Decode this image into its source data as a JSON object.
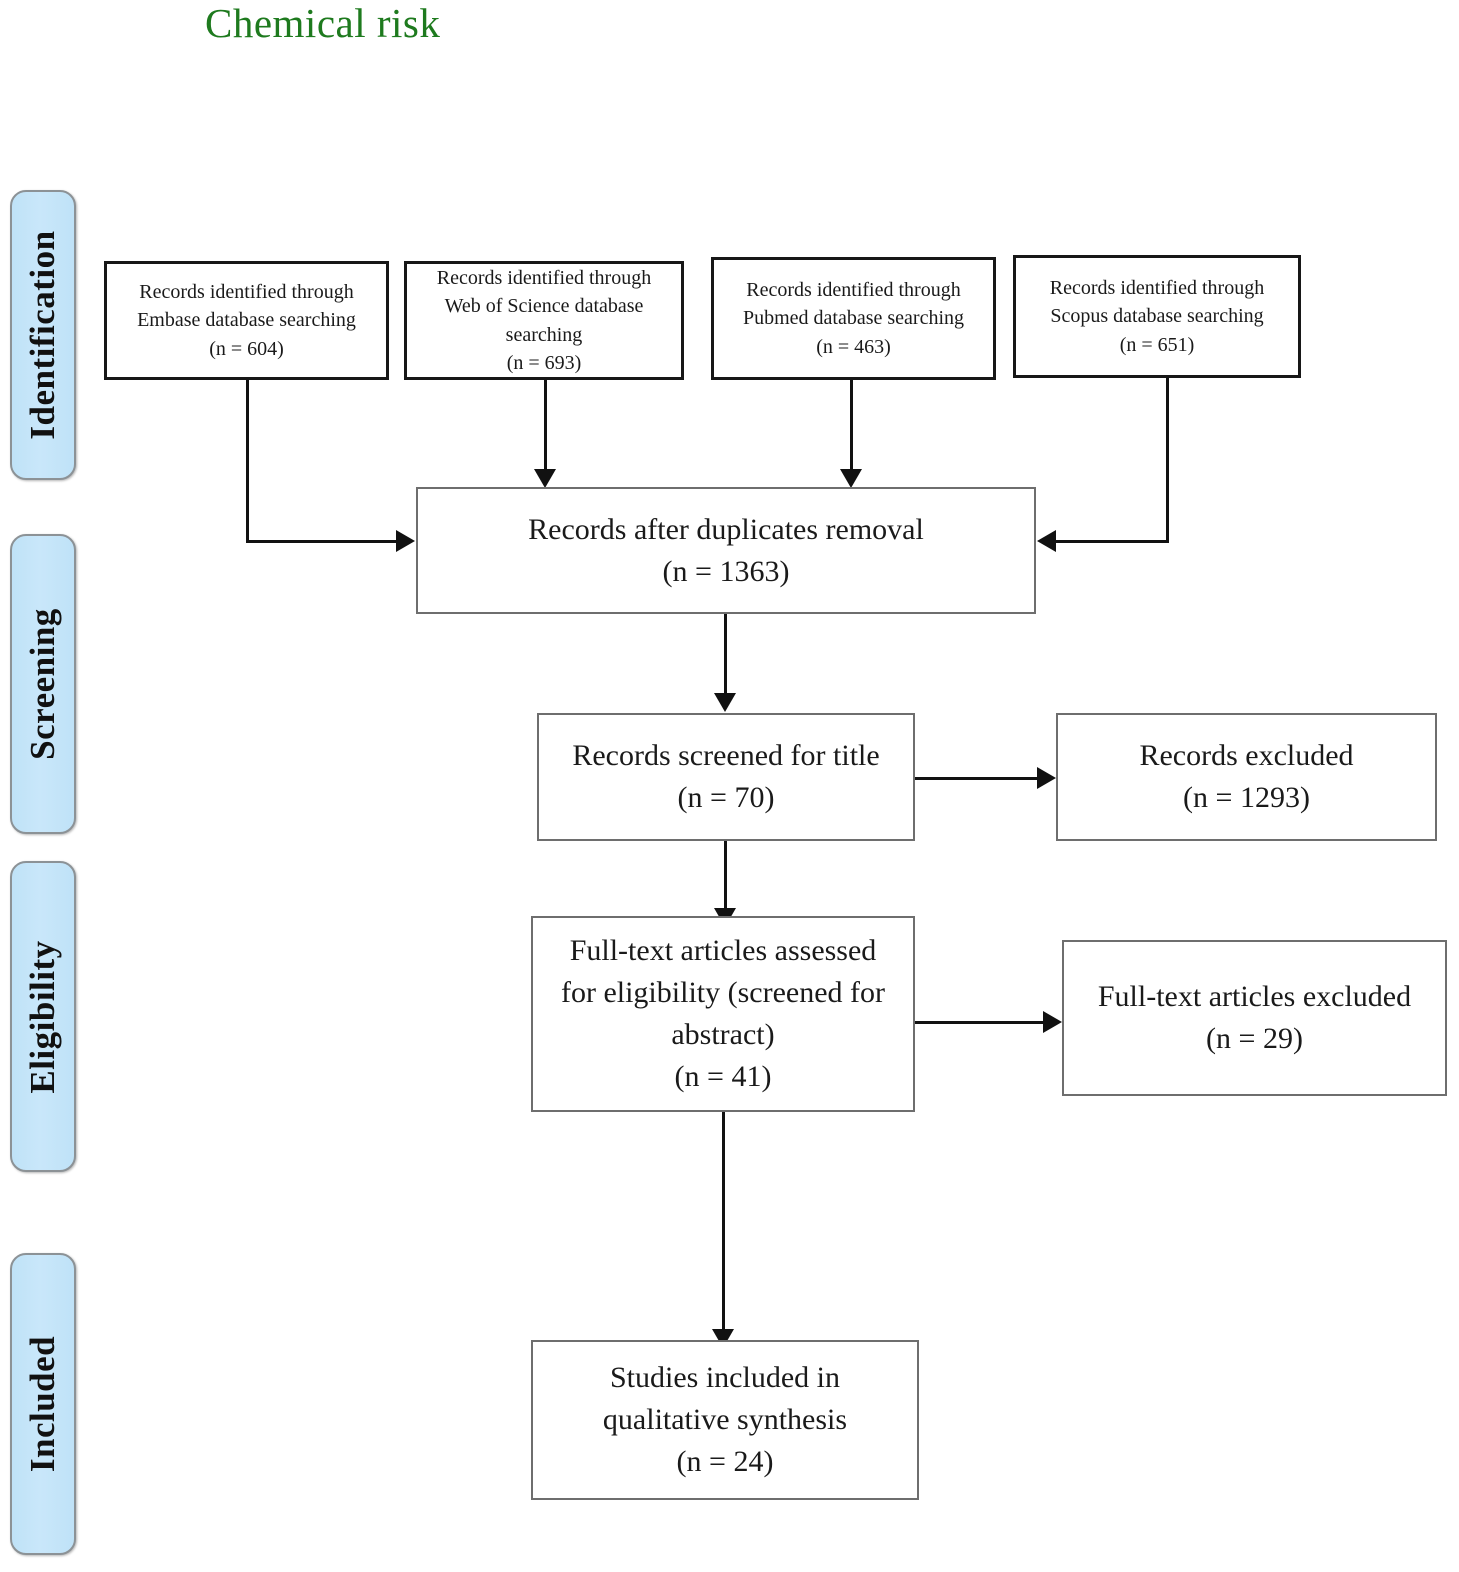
{
  "title": "Chemical risk",
  "colors": {
    "title_green": "#1e7a1e",
    "phase_fill": "#c3e4f8",
    "phase_border": "#8c9296",
    "box_border": "#6e6e6e",
    "connector": "#111111"
  },
  "phases": [
    {
      "label": "Identification"
    },
    {
      "label": "Screening"
    },
    {
      "label": "Eligibility"
    },
    {
      "label": "Included"
    }
  ],
  "sources": [
    {
      "text": "Records identified through\nEmbase database searching\n(n = 604)",
      "database": "Embase",
      "n": 604
    },
    {
      "text": "Records identified through\nWeb of Science database\nsearching\n(n = 693)",
      "database": "Web of Science",
      "n": 693
    },
    {
      "text": "Records identified through\nPubmed database searching\n(n = 463)",
      "database": "Pubmed",
      "n": 463
    },
    {
      "text": "Records identified through\nScopus database searching\n(n = 651)",
      "database": "Scopus",
      "n": 651
    }
  ],
  "stages": {
    "duplicates": {
      "text": "Records after duplicates removal\n(n = 1363)",
      "n": 1363
    },
    "screened": {
      "text": "Records screened for title\n(n = 70)",
      "n": 70
    },
    "records_excluded": {
      "text": "Records excluded\n(n = 1293)",
      "n": 1293
    },
    "fulltext_assessed": {
      "text": "Full-text articles assessed\nfor eligibility (screened for\nabstract)\n(n = 41)",
      "n": 41
    },
    "fulltext_excluded": {
      "text": "Full-text articles excluded\n(n = 29)",
      "n": 29
    },
    "included": {
      "text": "Studies included in\nqualitative synthesis\n(n = 24)",
      "n": 24
    }
  },
  "chart_data": {
    "type": "diagram",
    "title": "Chemical risk",
    "diagram_kind": "PRISMA flow diagram",
    "phases": [
      "Identification",
      "Screening",
      "Eligibility",
      "Included"
    ],
    "nodes": [
      {
        "id": "embase",
        "phase": "Identification",
        "label": "Records identified through Embase database searching",
        "n": 604
      },
      {
        "id": "wos",
        "phase": "Identification",
        "label": "Records identified through Web of Science database searching",
        "n": 693
      },
      {
        "id": "pubmed",
        "phase": "Identification",
        "label": "Records identified through Pubmed database searching",
        "n": 463
      },
      {
        "id": "scopus",
        "phase": "Identification",
        "label": "Records identified through Scopus database searching",
        "n": 651
      },
      {
        "id": "duplicates",
        "phase": "Screening",
        "label": "Records after duplicates removal",
        "n": 1363
      },
      {
        "id": "screened",
        "phase": "Screening",
        "label": "Records screened for title",
        "n": 70
      },
      {
        "id": "records_excluded",
        "phase": "Screening",
        "label": "Records excluded",
        "n": 1293
      },
      {
        "id": "fulltext_assessed",
        "phase": "Eligibility",
        "label": "Full-text articles assessed for eligibility (screened for abstract)",
        "n": 41
      },
      {
        "id": "fulltext_excluded",
        "phase": "Eligibility",
        "label": "Full-text articles excluded",
        "n": 29
      },
      {
        "id": "included",
        "phase": "Included",
        "label": "Studies included in qualitative synthesis",
        "n": 24
      }
    ],
    "edges": [
      {
        "from": "embase",
        "to": "duplicates"
      },
      {
        "from": "wos",
        "to": "duplicates"
      },
      {
        "from": "pubmed",
        "to": "duplicates"
      },
      {
        "from": "scopus",
        "to": "duplicates"
      },
      {
        "from": "duplicates",
        "to": "screened"
      },
      {
        "from": "screened",
        "to": "records_excluded"
      },
      {
        "from": "screened",
        "to": "fulltext_assessed"
      },
      {
        "from": "fulltext_assessed",
        "to": "fulltext_excluded"
      },
      {
        "from": "fulltext_assessed",
        "to": "included"
      }
    ]
  }
}
